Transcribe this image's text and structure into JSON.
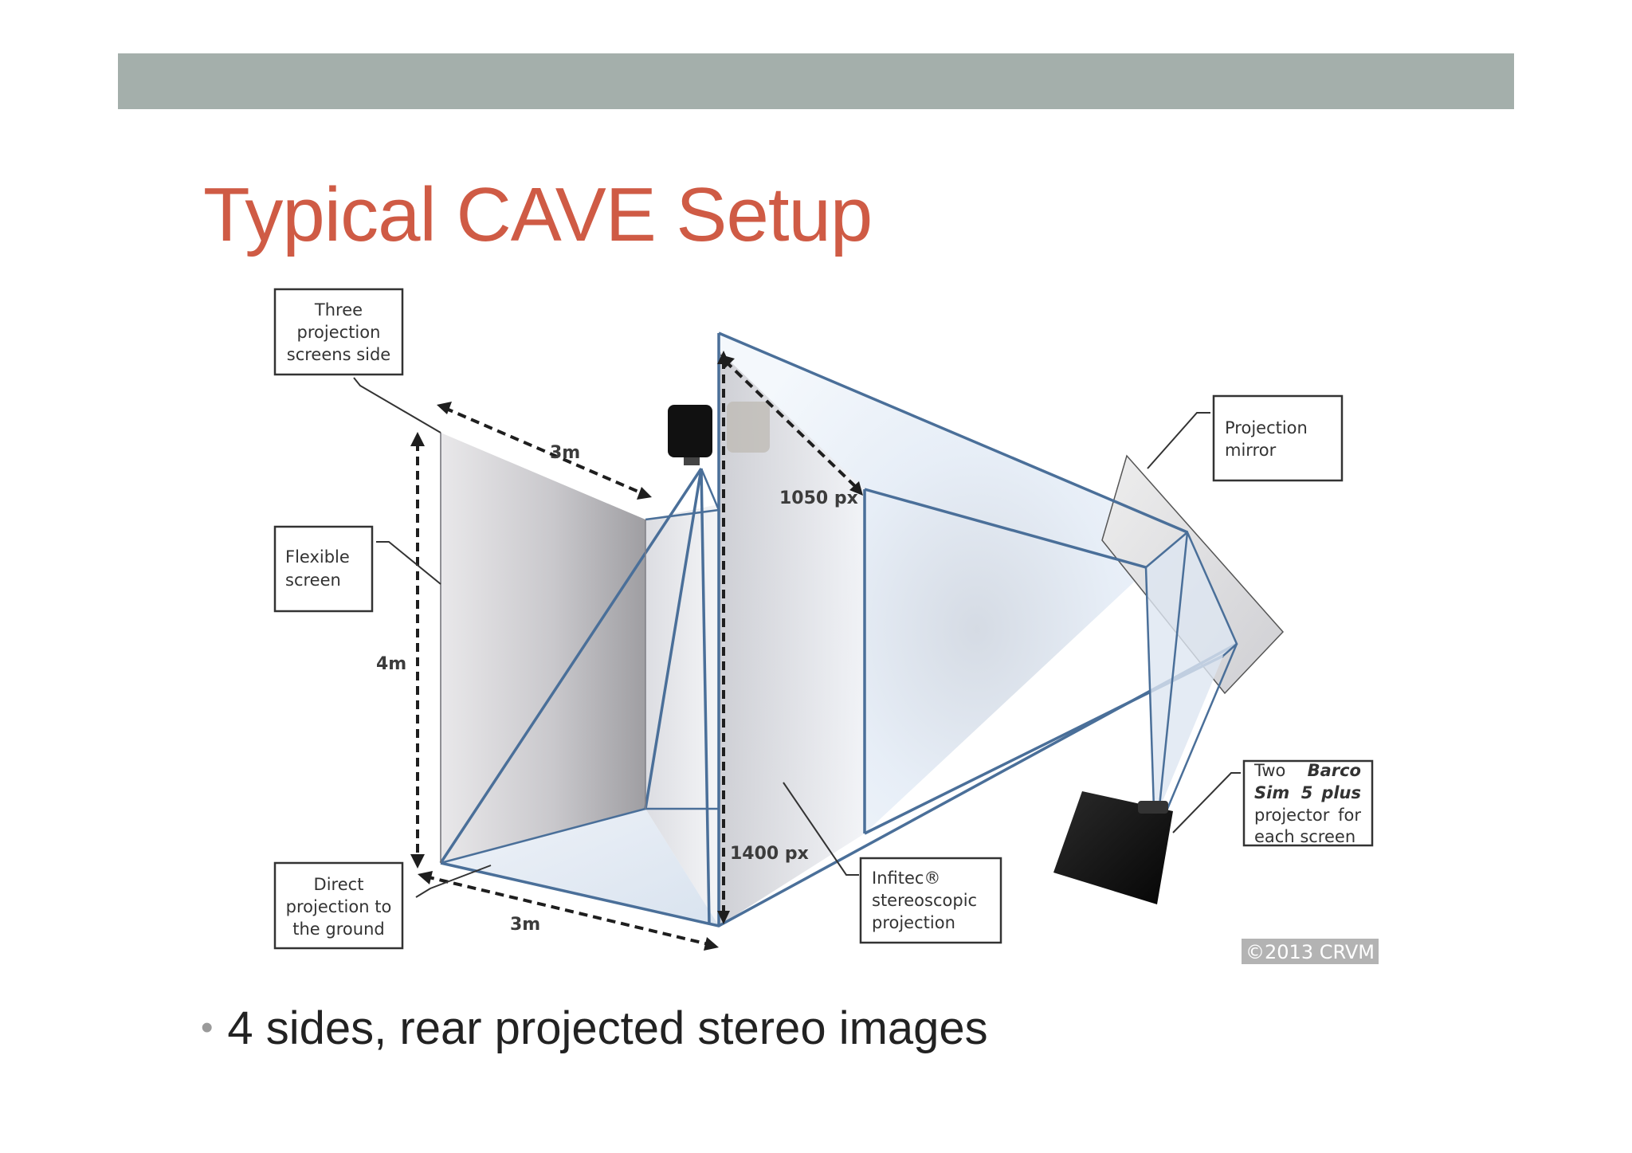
{
  "colors": {
    "top_bar": "#a4afab",
    "title": "#cf5b45",
    "beam": "#4a6f99",
    "text": "#222222"
  },
  "slide": {
    "title": "Typical CAVE Setup",
    "bullet": "4 sides, rear projected stereo images"
  },
  "diagram": {
    "callouts": {
      "three_screens": [
        "Three",
        "projection",
        "screens side"
      ],
      "flexible_screen": [
        "Flexible",
        "screen"
      ],
      "direct_projection": [
        "Direct",
        "projection to",
        "the ground"
      ],
      "projection_mirror": [
        "Projection",
        "mirror"
      ],
      "infitec": [
        "Infitec®",
        "stereoscopic",
        "projection"
      ],
      "barco": {
        "line1": [
          "Two",
          "Barco"
        ],
        "line2": [
          "Sim",
          "5",
          "plus"
        ],
        "line3": [
          "projector",
          "for"
        ],
        "line4": "each screen"
      }
    },
    "dimensions": {
      "width_top": "3m",
      "height": "4m",
      "width_bottom": "3m",
      "px_top": "1050 px",
      "px_side": "1400 px"
    },
    "copyright": "©2013 CRVM"
  }
}
